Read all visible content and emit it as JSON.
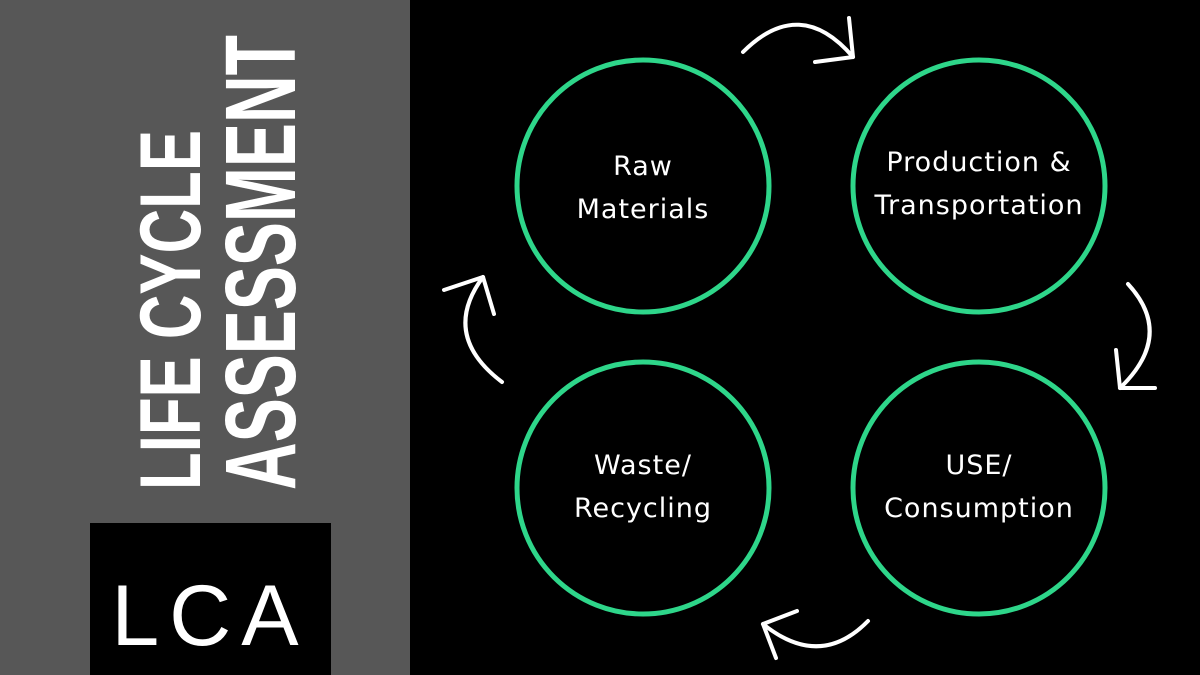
{
  "title": {
    "line1": "LIFE CYCLE",
    "line2": "ASSESSMENT"
  },
  "abbreviation": "LCA",
  "colors": {
    "panel": "#575757",
    "background": "#000000",
    "circle_stroke": "#2ed68a",
    "arrow": "#ffffff"
  },
  "stages": [
    {
      "line1": "Raw",
      "line2": "Materials"
    },
    {
      "line1": "Production &",
      "line2": "Transportation"
    },
    {
      "line1": "USE/",
      "line2": "Consumption"
    },
    {
      "line1": "Waste/",
      "line2": "Recycling"
    }
  ]
}
